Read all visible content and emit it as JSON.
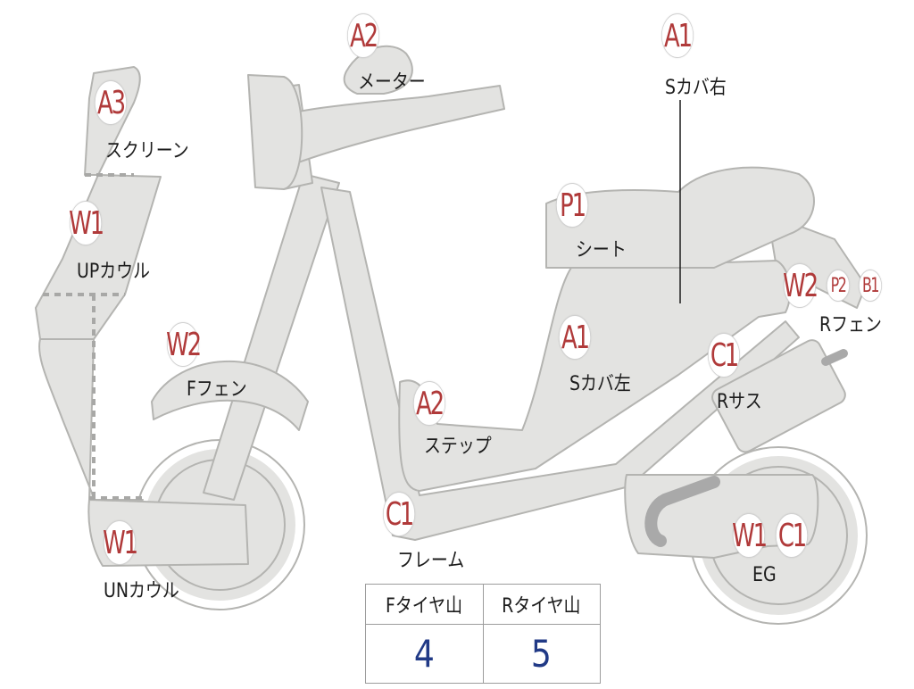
{
  "diagram": {
    "parts": [
      {
        "id": "screen",
        "grade": "A3",
        "label": "スクリーン"
      },
      {
        "id": "meter",
        "grade": "A2",
        "label": "メーター"
      },
      {
        "id": "side-cover-right",
        "grade": "A1",
        "label": "Sカバ右"
      },
      {
        "id": "upper-cowl",
        "grade": "W1",
        "label": "UPカウル"
      },
      {
        "id": "seat",
        "grade": "P1",
        "label": "シート"
      },
      {
        "id": "rear-fender",
        "grade": "W2",
        "extra_grades": [
          "P2",
          "B1"
        ],
        "label": "Rフェン"
      },
      {
        "id": "front-fender",
        "grade": "W2",
        "label": "Fフェン"
      },
      {
        "id": "side-cover-left",
        "grade": "A1",
        "label": "Sカバ左"
      },
      {
        "id": "rear-suspension",
        "grade": "C1",
        "label": "Rサス"
      },
      {
        "id": "step",
        "grade": "A2",
        "label": "ステップ"
      },
      {
        "id": "frame",
        "grade": "C1",
        "label": "フレーム"
      },
      {
        "id": "under-cowl",
        "grade": "W1",
        "label": "UNカウル"
      },
      {
        "id": "engine",
        "grade": "W1",
        "extra_grades": [
          "C1"
        ],
        "label": "EG"
      }
    ]
  },
  "tire_table": {
    "front_label": "Fタイヤ山",
    "rear_label": "Rタイヤ山",
    "front_value": "4",
    "rear_value": "5"
  },
  "colors": {
    "body_fill": "#e3e3e1",
    "outline": "#b4b4b1",
    "grade_text": "#b03a3a",
    "value_text": "#213a86"
  }
}
